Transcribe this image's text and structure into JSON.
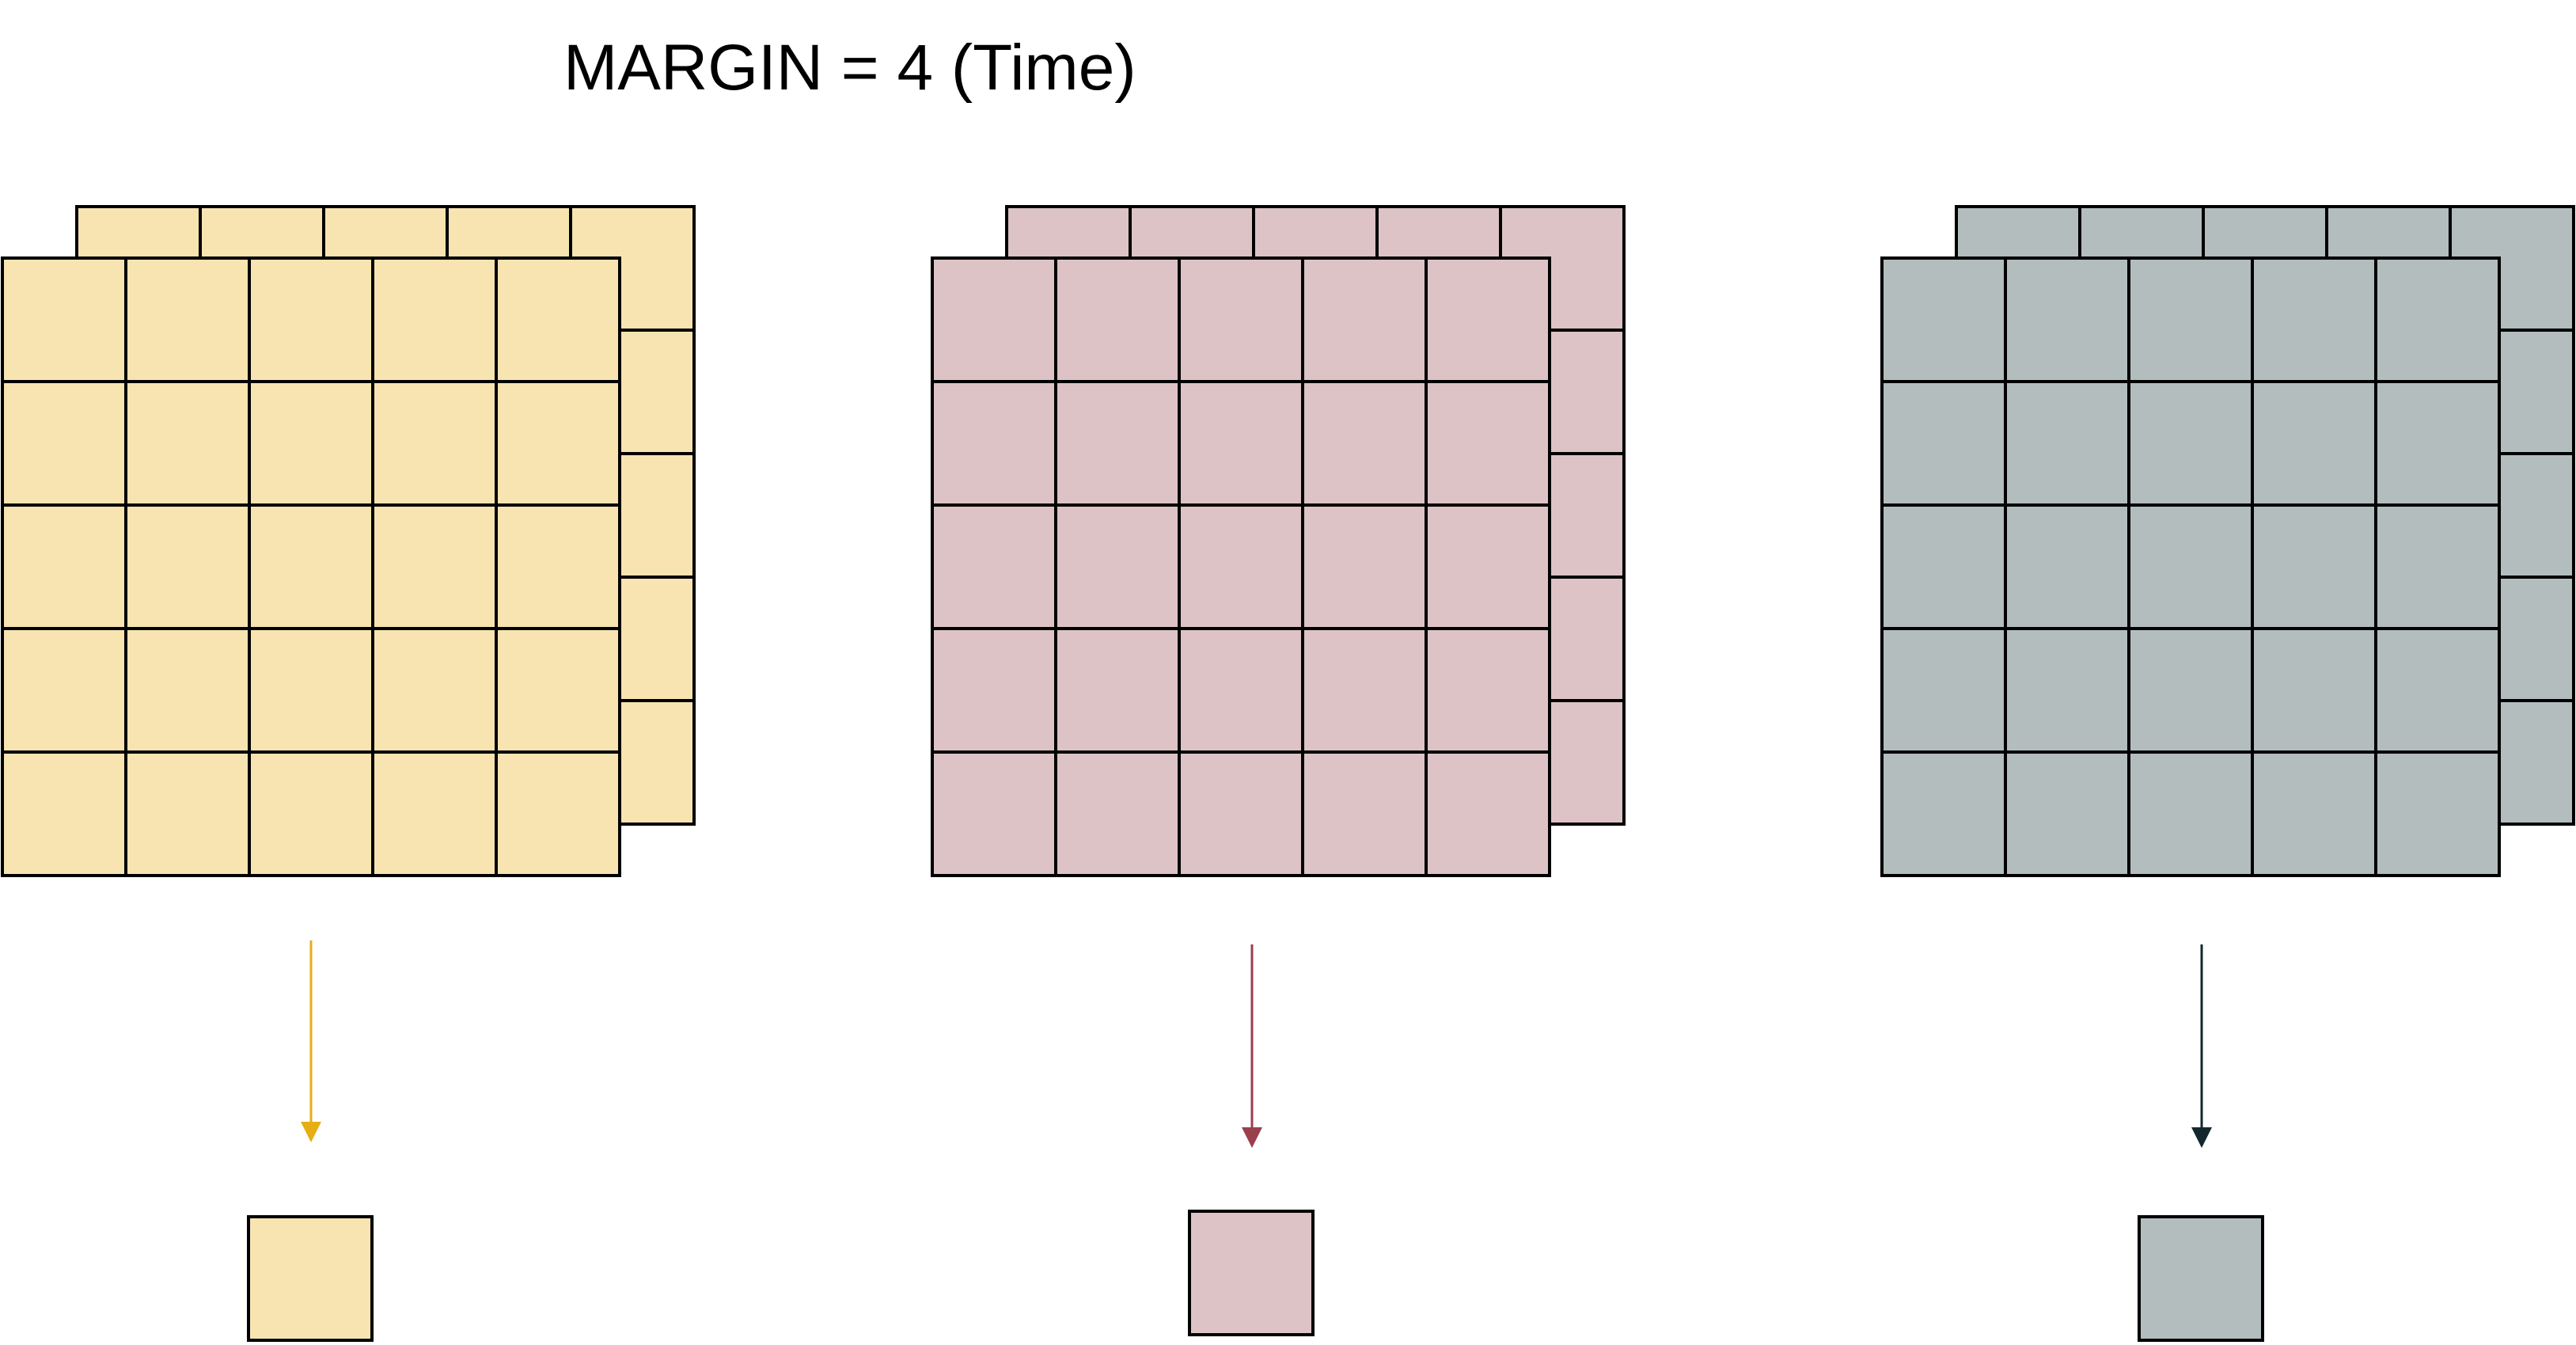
{
  "title": "MARGIN = 4 (Time)",
  "grid": {
    "rows": 5,
    "cols": 5,
    "layers": 2
  },
  "columns": [
    {
      "id": "yellow",
      "fill": "#F7E4B1",
      "arrow_color": "#E5AE14"
    },
    {
      "id": "pink",
      "fill": "#DDC3C6",
      "arrow_color": "#9B3F4D"
    },
    {
      "id": "gray",
      "fill": "#B3BDBE",
      "arrow_color": "#12282D"
    }
  ],
  "stroke_color": "#000000"
}
